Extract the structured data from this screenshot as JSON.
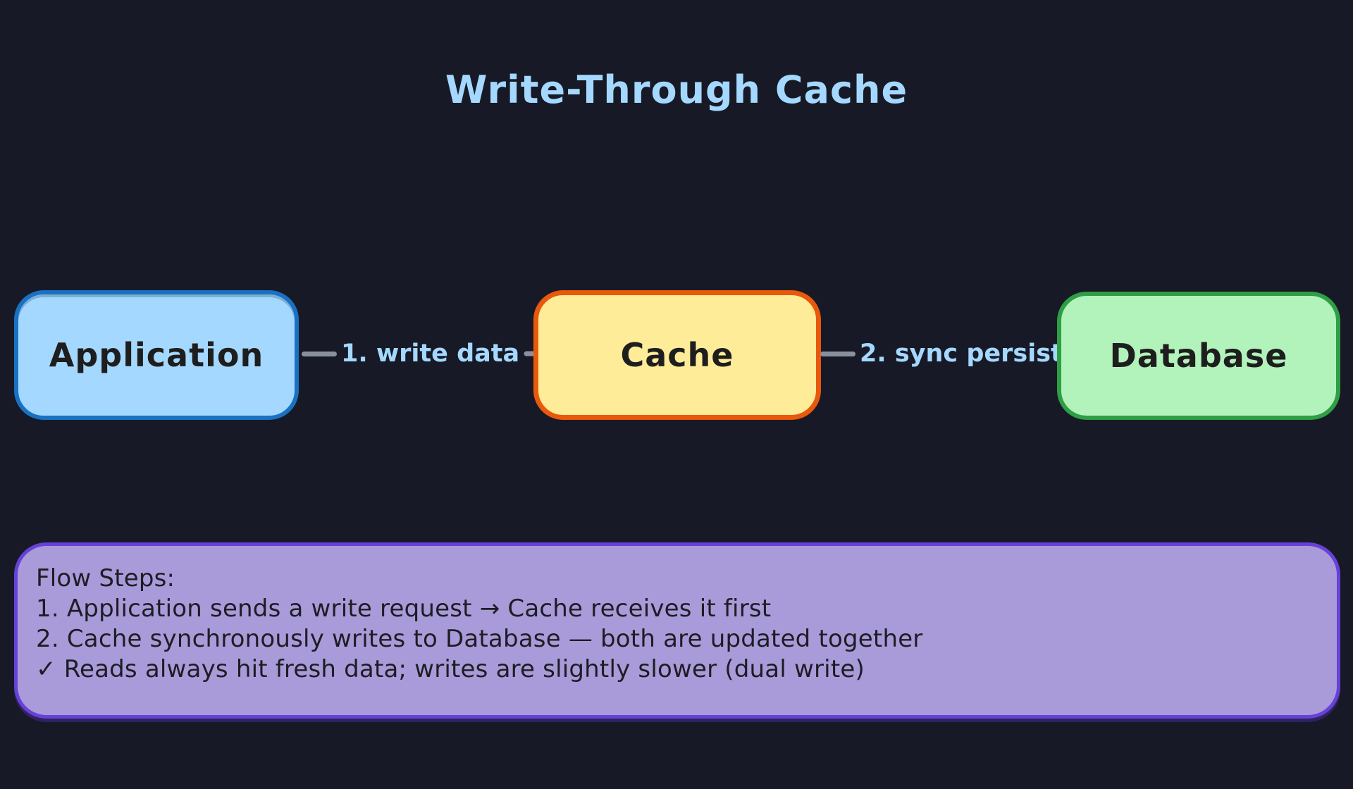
{
  "canvas": {
    "background": "#171a26"
  },
  "title": {
    "text": "Write-Through Cache",
    "color": "#a5d8ff"
  },
  "nodes": [
    {
      "label": "Application",
      "fill": "#a5d8ff",
      "stroke": "#1971c2",
      "text_color": "#1e1e1e"
    },
    {
      "label": "Cache",
      "fill": "#ffec99",
      "stroke": "#e8590c",
      "text_color": "#1e1e1e"
    },
    {
      "label": "Database",
      "fill": "#b2f2bb",
      "stroke": "#2f9e44",
      "text_color": "#1e1e1e"
    }
  ],
  "arrows": [
    {
      "label": "1. write data",
      "line_color": "#8b919c",
      "label_color": "#a5d8ff"
    },
    {
      "label": "2. sync persist",
      "line_color": "#8b919c",
      "label_color": "#a5d8ff"
    }
  ],
  "note": {
    "fill": "#a99bd9",
    "stroke": "#6741d9",
    "text_color": "#1d1d24",
    "lines": [
      "Flow Steps:",
      "1. Application sends a write request → Cache receives it first",
      "2. Cache synchronously writes to Database — both are updated together",
      "✓ Reads always hit fresh data; writes are slightly slower (dual write)"
    ]
  }
}
